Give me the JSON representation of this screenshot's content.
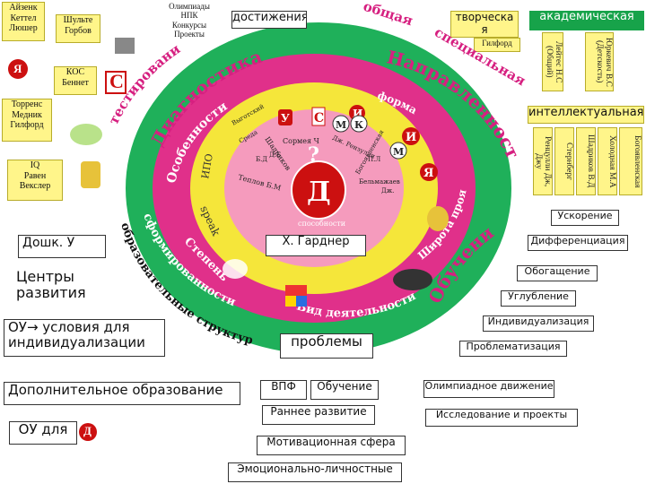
{
  "top_left": {
    "eysenck": "Айзенк\nКеттел\nЛюшер",
    "schulte": "Шульте\nГорбов",
    "olympiads": "Олимпиады\nНПК\nКонкурсы\nПроекты",
    "kos": "КОС\nБеннет",
    "torrance": "Торренс\nМедник\nГилфорд",
    "iq": "IQ\nРавен\nВекслер"
  },
  "top_right": {
    "achievements": "достижения",
    "general": "общая",
    "creative": "творческа\nя",
    "academic": "академическая",
    "guilford": "Гилфорд",
    "special": "специальная",
    "intellectual": "интеллектуальная",
    "mc_cols": [
      "Лейтес Н.С (Общий)",
      "Юркевич В.С (Детскость)"
    ],
    "intel_cols": [
      "Ренцулли Дж, Джу",
      "Стернберг",
      "Шадриков В.Д",
      "Холодная М.А",
      "Богоявленская"
    ]
  },
  "ring_outer": {
    "diagnostics": "Диагностика",
    "testing": "тестирование",
    "direction": "Направленность",
    "form": "форма",
    "breadth": "Широта проявления",
    "training": "Обучение",
    "activity": "Вид деятельности",
    "structures": "образовательные структуры",
    "form_small": "сформированности",
    "degree": "Степень",
    "speak": "speak"
  },
  "ring_inner": {
    "features": "Особенности",
    "inpo": "ИПО",
    "authors": [
      "Выготский",
      "Среда",
      "Шадриков",
      "Сормея Ч",
      "Дж. Рензулли",
      "Богоявленская",
      "Бельмажаев",
      "Теплов Б.М",
      "Б.Д",
      "Дж.",
      "Д.Б",
      "П.Л"
    ],
    "center": "Д",
    "question": "?",
    "abilities": "способности",
    "letter_ya": "Я",
    "letter_i": "И",
    "letter_m": "М",
    "letter_k": "К",
    "letter_c": "С",
    "letter_y": "У"
  },
  "left": {
    "preschool": "Дошк. У",
    "centers": "Центры\nразвития",
    "conditions": "ОУ→ условия для\nиндивидуализации",
    "addit_edu": "Дополнительное образование",
    "ou_for": "ОУ для",
    "d_letter": "Д"
  },
  "bottom": {
    "gardner": "Х. Гарднер",
    "problems": "проблемы",
    "vpf": "ВПФ",
    "obuch": "Обучение",
    "early": "Раннее развитие",
    "motiv": "Мотивационная сфера",
    "emot": "Эмоционально-личностные"
  },
  "right": {
    "items": [
      "Ускорение",
      "Дифференциация",
      "Обогащение",
      "Углубление",
      "Индивидуализация",
      "Проблематизация"
    ],
    "olympiad_mv": "Олимпиадное движение",
    "research": "Исследование и проекты"
  },
  "colors": {
    "outer_ring": "#1fb05a",
    "pink_ring": "#e0308a",
    "yellow_ring": "#f5e63a",
    "inner_pink": "#f59bbd",
    "center": "#cc1010",
    "green_box": "#17a34a",
    "yellow_box": "#fff58a"
  }
}
